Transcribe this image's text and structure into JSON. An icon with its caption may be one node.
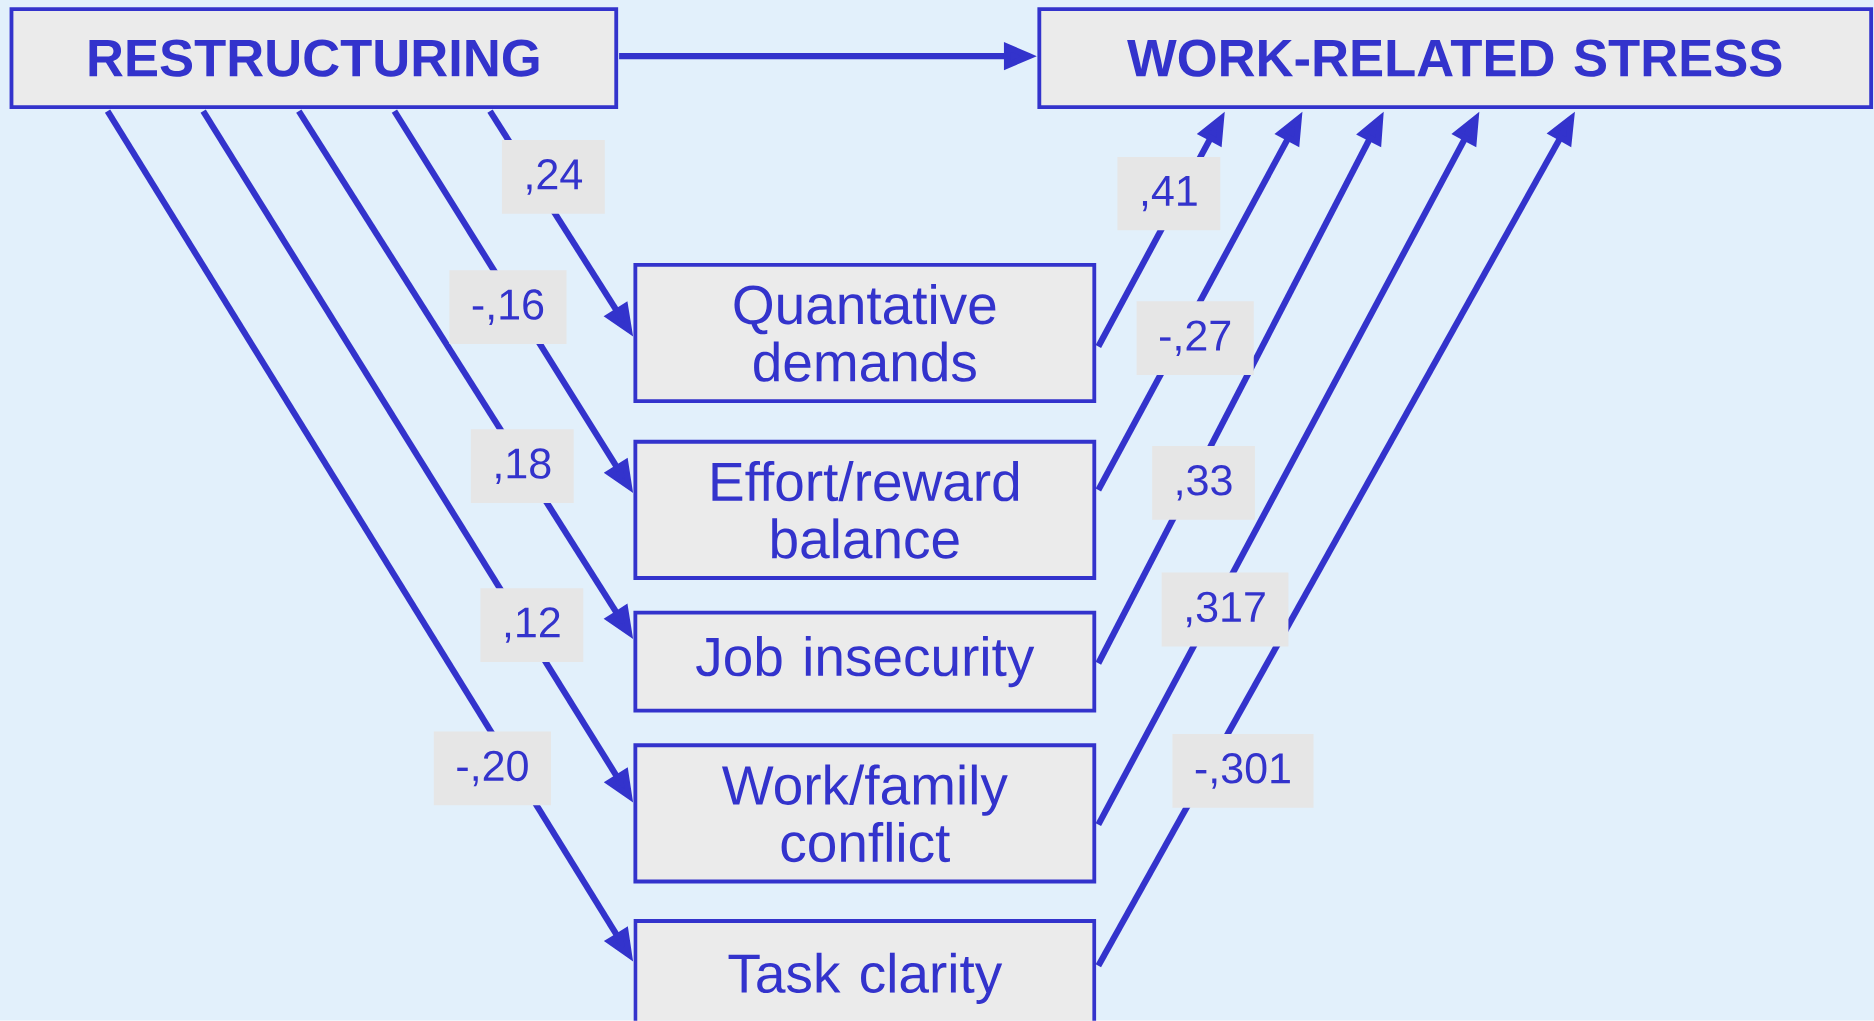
{
  "diagram": {
    "nodes": [
      {
        "text": [
          "RESTRUCTURING"
        ]
      },
      {
        "text": [
          "WORK-RELATED STRESS"
        ]
      },
      {
        "text": [
          "Quantative demands"
        ]
      },
      {
        "text": [
          "Effort/reward balance"
        ]
      },
      {
        "text": [
          "Job insecurity"
        ]
      },
      {
        "text": [
          "Work/family conflict"
        ]
      },
      {
        "text": [
          "Task clarity"
        ]
      }
    ],
    "edges": [
      {
        "from": 0,
        "to": 1,
        "arrow": "to"
      },
      {
        "from": 0,
        "to": 2,
        "arrow": "to",
        "label": ",24"
      },
      {
        "from": 0,
        "to": 3,
        "arrow": "to",
        "label": "-,16"
      },
      {
        "from": 0,
        "to": 4,
        "arrow": "to",
        "label": ",18"
      },
      {
        "from": 0,
        "to": 5,
        "arrow": "to",
        "label": ",12"
      },
      {
        "from": 0,
        "to": 6,
        "arrow": "to",
        "label": "-,20"
      },
      {
        "from": 2,
        "to": 1,
        "arrow": "to",
        "label": ",41"
      },
      {
        "from": 3,
        "to": 1,
        "arrow": "to",
        "label": "-,27"
      },
      {
        "from": 4,
        "to": 1,
        "arrow": "to",
        "label": ",33"
      },
      {
        "from": 5,
        "to": 1,
        "arrow": "to",
        "label": ",317"
      },
      {
        "from": 6,
        "to": 1,
        "arrow": "to",
        "label": "-,301"
      }
    ]
  }
}
